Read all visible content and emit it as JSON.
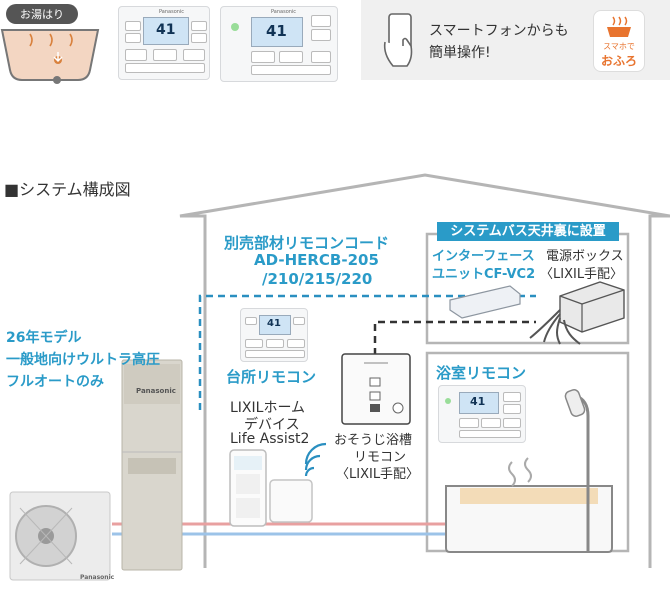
{
  "banner": {
    "bath_badge": "お湯はり",
    "remote_brand": "Panasonic",
    "remote_temp": "41",
    "smartphone_text_line1": "スマートフォンからも",
    "smartphone_text_line2": "簡単操作!",
    "app_icon_line1": "スマホで",
    "app_icon_line2": "おふろ"
  },
  "diagram": {
    "section_title": "■システム構成図",
    "ceiling_label": "システムバス天井裏に設置",
    "cord_label_line1": "別売部材リモコンコード",
    "cord_label_line2": "AD-HERCB-205",
    "cord_label_line3": "/210/215/220",
    "model_note_line1": "26年モデル",
    "model_note_line2": "一般地向けウルトラ高圧",
    "model_note_line3": "フルオートのみ",
    "interface_label_line1": "インターフェース",
    "interface_label_line2": "ユニットCF-VC2",
    "power_box_line1": "電源ボックス",
    "power_box_line2": "〈LIXIL手配〉",
    "kitchen_remote": "台所リモコン",
    "lixil_line1": "LIXILホーム",
    "lixil_line2": "デバイス",
    "lixil_line3": "Life Assist2",
    "clean_line1": "おそうじ浴槽",
    "clean_line2": "リモコン",
    "clean_line3": "〈LIXIL手配〉",
    "bath_remote": "浴室リモコン",
    "unit_brand": "Panasonic",
    "remote_temp": "41"
  },
  "colors": {
    "accent_blue": "#2a9bc8",
    "hot_pipe": "#e8a0a0",
    "cold_pipe": "#9cc3e8",
    "house_line": "#b5b5b5"
  }
}
